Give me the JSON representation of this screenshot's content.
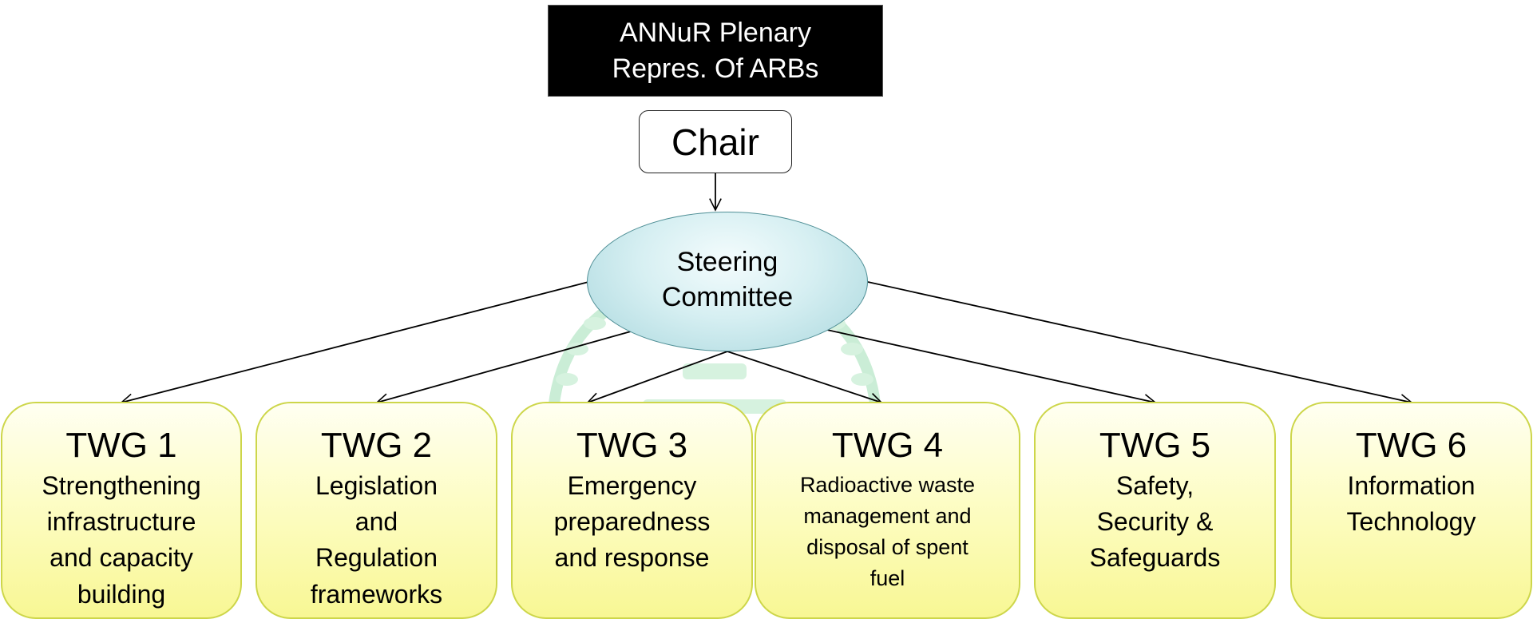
{
  "plenary": {
    "line1": "ANNuR Plenary",
    "line2": "Repres. Of ARBs"
  },
  "chair": {
    "label": "Chair"
  },
  "steering_committee": {
    "line1": "Steering",
    "line2": "Committee"
  },
  "twgs": [
    {
      "title": "TWG 1",
      "description": "Strengthening\ninfrastructure\nand capacity\nbuilding"
    },
    {
      "title": "TWG 2",
      "description": "Legislation\nand\nRegulation\nframeworks"
    },
    {
      "title": "TWG 3",
      "description": "Emergency\npreparedness\nand response"
    },
    {
      "title": "TWG 4",
      "description": "Radioactive waste\nmanagement and\ndisposal of spent\nfuel"
    },
    {
      "title": "TWG 5",
      "description": "Safety,\nSecurity &\nSafeguards"
    },
    {
      "title": "TWG 6",
      "description": "Information\nTechnology"
    }
  ],
  "colors": {
    "plenary_fill": "#000000",
    "steering_fill": "#c8e9ed",
    "twg_fill": "#fbfaa8",
    "twg_border": "#cdd64a"
  },
  "watermark": {
    "icon": "emblem-watermark-icon"
  }
}
